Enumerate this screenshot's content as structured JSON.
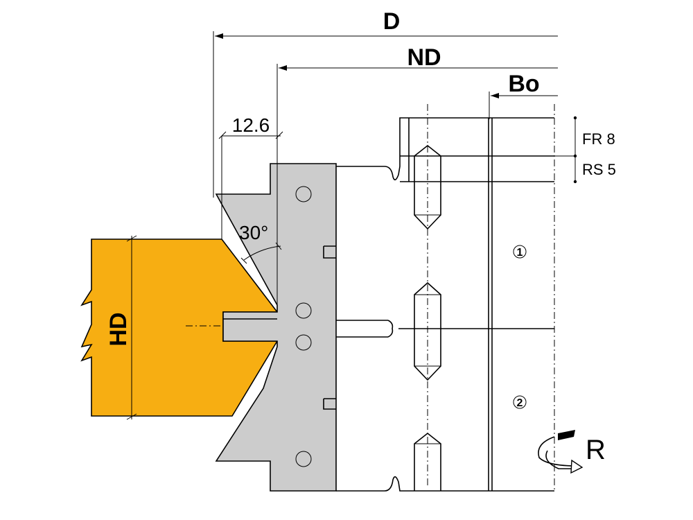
{
  "labels": {
    "D": "D",
    "ND": "ND",
    "Bo": "Bo",
    "width": "12.6",
    "angle": "30°",
    "FR": "FR 8",
    "RS": "RS 5",
    "HD": "HD",
    "part1": "1",
    "part2": "2",
    "rotation": "R"
  },
  "colors": {
    "workpiece": "#F7AE12",
    "steel": "#CCCCCC",
    "line": "#000000"
  }
}
